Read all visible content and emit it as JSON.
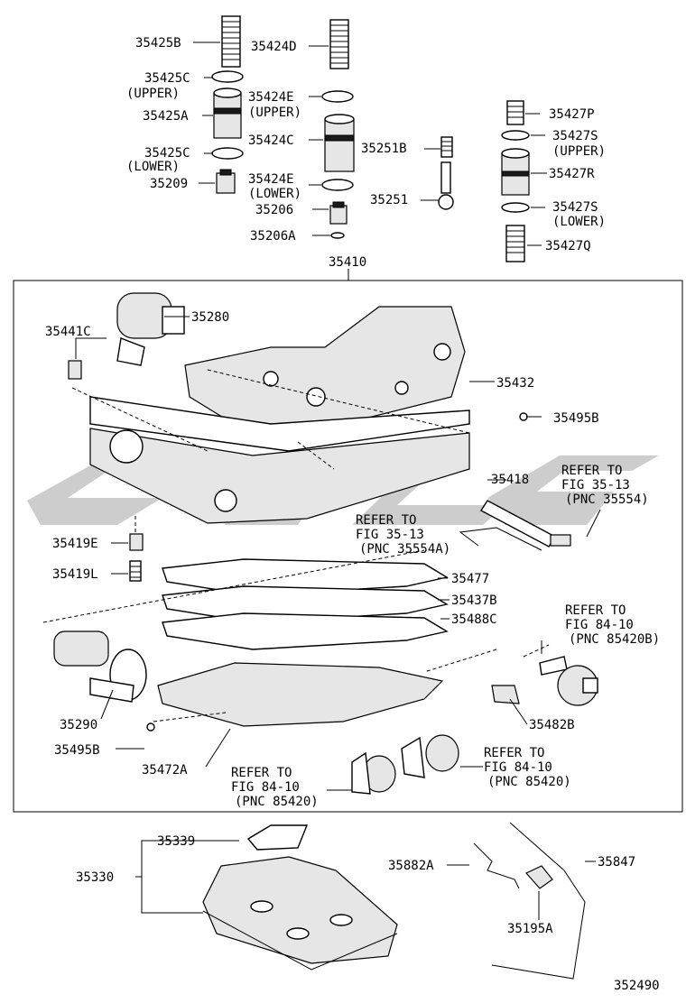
{
  "diagram_id": "352490",
  "main_assembly": "35410",
  "watermark_color": "#c8c8c8",
  "labels": {
    "l35425B": "35425B",
    "l35424D": "35424D",
    "l35425C_u": "35425C",
    "l35425C_u_note": "(UPPER)",
    "l35425A": "35425A",
    "l35424E_u": "35424E",
    "l35424E_u_note": "(UPPER)",
    "l35424C": "35424C",
    "l35251B": "35251B",
    "l35425C_l": "35425C",
    "l35425C_l_note": "(LOWER)",
    "l35209": "35209",
    "l35424E_l": "35424E",
    "l35424E_l_note": "(LOWER)",
    "l35251": "35251",
    "l35206": "35206",
    "l35206A": "35206A",
    "l35427P": "35427P",
    "l35427S_u": "35427S",
    "l35427S_u_note": "(UPPER)",
    "l35427R": "35427R",
    "l35427S_l": "35427S",
    "l35427S_l_note": "(LOWER)",
    "l35427Q": "35427Q",
    "l35280": "35280",
    "l35441C": "35441C",
    "l35432": "35432",
    "l35495B_t": "35495B",
    "l35418": "35418",
    "l35419E": "35419E",
    "l35419L": "35419L",
    "l35477": "35477",
    "l35437B": "35437B",
    "l35488C": "35488C",
    "l35290": "35290",
    "l35495B_b": "35495B",
    "l35472A": "35472A",
    "l35482B": "35482B",
    "l35339": "35339",
    "l35330": "35330",
    "l35882A": "35882A",
    "l35847": "35847",
    "l35195A": "35195A"
  },
  "refs": {
    "r1": [
      "REFER TO",
      "FIG 35-13",
      "(PNC 35554)"
    ],
    "r2": [
      "REFER TO",
      "FIG 35-13",
      "(PNC 35554A)"
    ],
    "r3": [
      "REFER TO",
      "FIG 84-10",
      "(PNC 85420B)"
    ],
    "r4": [
      "REFER TO",
      "FIG 84-10",
      "(PNC 85420)"
    ],
    "r5": [
      "REFER TO",
      "FIG 84-10",
      "(PNC 85420)"
    ]
  }
}
